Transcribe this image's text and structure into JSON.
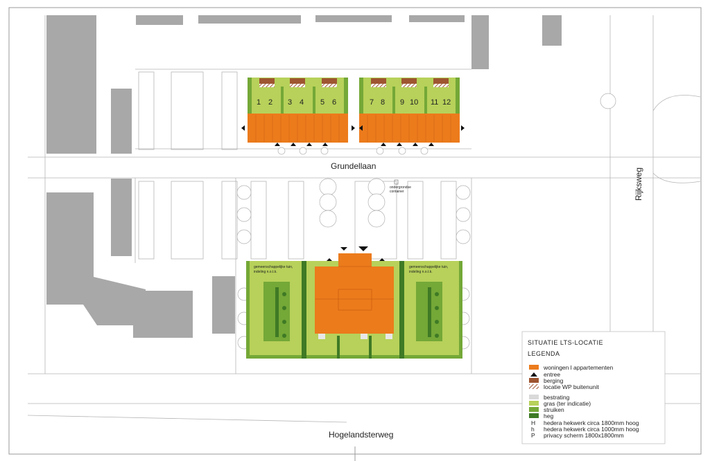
{
  "colors": {
    "housing_orange": "#ec7b1c",
    "storage_brown": "#9e5631",
    "paving_grey": "#d9d9d9",
    "grass_light": "#b7d15a",
    "shrub_green": "#74a837",
    "hedge_dark": "#3f7a25",
    "building_grey": "#a8a8a8",
    "line_grey": "#9a9a9a"
  },
  "streets": {
    "grundellaan": "Grundellaan",
    "rijksweg": "Rijksweg",
    "hogelandsterweg": "Hogelandsterweg"
  },
  "house_numbers": [
    "1",
    "2",
    "3",
    "4",
    "5",
    "6",
    "7",
    "8",
    "9",
    "10",
    "11",
    "12"
  ],
  "gardens": {
    "left_label_1": "gemeenschappelijke tuin,",
    "left_label_2": "indeling n.o.t.k.",
    "right_label_1": "gemeenschappelijke tuin,",
    "right_label_2": "indeling n.o.t.k."
  },
  "container_label_1": "ondergrondse",
  "container_label_2": "container",
  "legend": {
    "title": "SITUATIE  LTS-LOCATIE",
    "subtitle": "LEGENDA",
    "items": [
      {
        "symbol": "swatch",
        "color": "#ec7b1c",
        "label": "woningen  l appartementen"
      },
      {
        "symbol": "triangle",
        "label": "entree"
      },
      {
        "symbol": "swatch",
        "color": "#9e5631",
        "label": "berging"
      },
      {
        "symbol": "hatch",
        "label": "locatie  WP  buitenunit"
      },
      {
        "symbol": "swatch",
        "color": "#d9d9d9",
        "label": "bestrating"
      },
      {
        "symbol": "swatch",
        "color": "#b7d15a",
        "label": "gras  (ter indicatie)"
      },
      {
        "symbol": "swatch",
        "color": "#74a837",
        "label": "struiken"
      },
      {
        "symbol": "swatch",
        "color": "#3f7a25",
        "label": "heg"
      },
      {
        "symbol": "H",
        "label": "hedera  hekwerk  circa  1800mm   hoog"
      },
      {
        "symbol": "h",
        "label": "hedera  hekwerk  circa  1000mm   hoog"
      },
      {
        "symbol": "P",
        "label": "privacy  scherm   1800x1800mm"
      }
    ]
  }
}
